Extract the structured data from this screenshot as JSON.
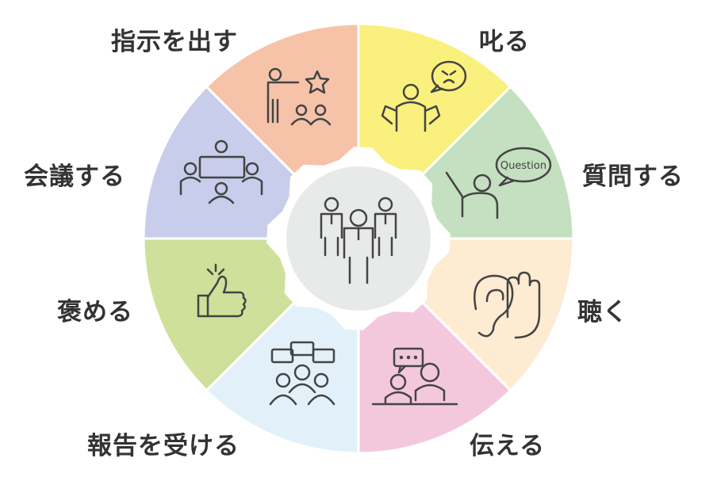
{
  "segments": [
    {
      "label": "叱る",
      "color": "#faf07e",
      "icon": "scolding-person-icon",
      "bubble_text": ""
    },
    {
      "label": "質問する",
      "color": "#c5e0c0",
      "icon": "question-raising-hand-icon",
      "bubble_text": "Question"
    },
    {
      "label": "聴く",
      "color": "#fdebd2",
      "icon": "ear-listening-icon",
      "bubble_text": ""
    },
    {
      "label": "伝える",
      "color": "#f4c8dc",
      "icon": "conversation-icon",
      "bubble_text": ""
    },
    {
      "label": "報告を受ける",
      "color": "#e2f1f9",
      "icon": "group-reporting-icon",
      "bubble_text": ""
    },
    {
      "label": "褒める",
      "color": "#cfe09b",
      "icon": "thumbs-up-icon",
      "bubble_text": ""
    },
    {
      "label": "会議する",
      "color": "#c7cdea",
      "icon": "meeting-table-icon",
      "bubble_text": ""
    },
    {
      "label": "指示を出す",
      "color": "#f6c3a9",
      "icon": "leader-instructing-icon",
      "bubble_text": ""
    }
  ],
  "center": {
    "icon": "business-team-icon",
    "color": "#e8e9e9",
    "gear_color": "#ffffff"
  }
}
